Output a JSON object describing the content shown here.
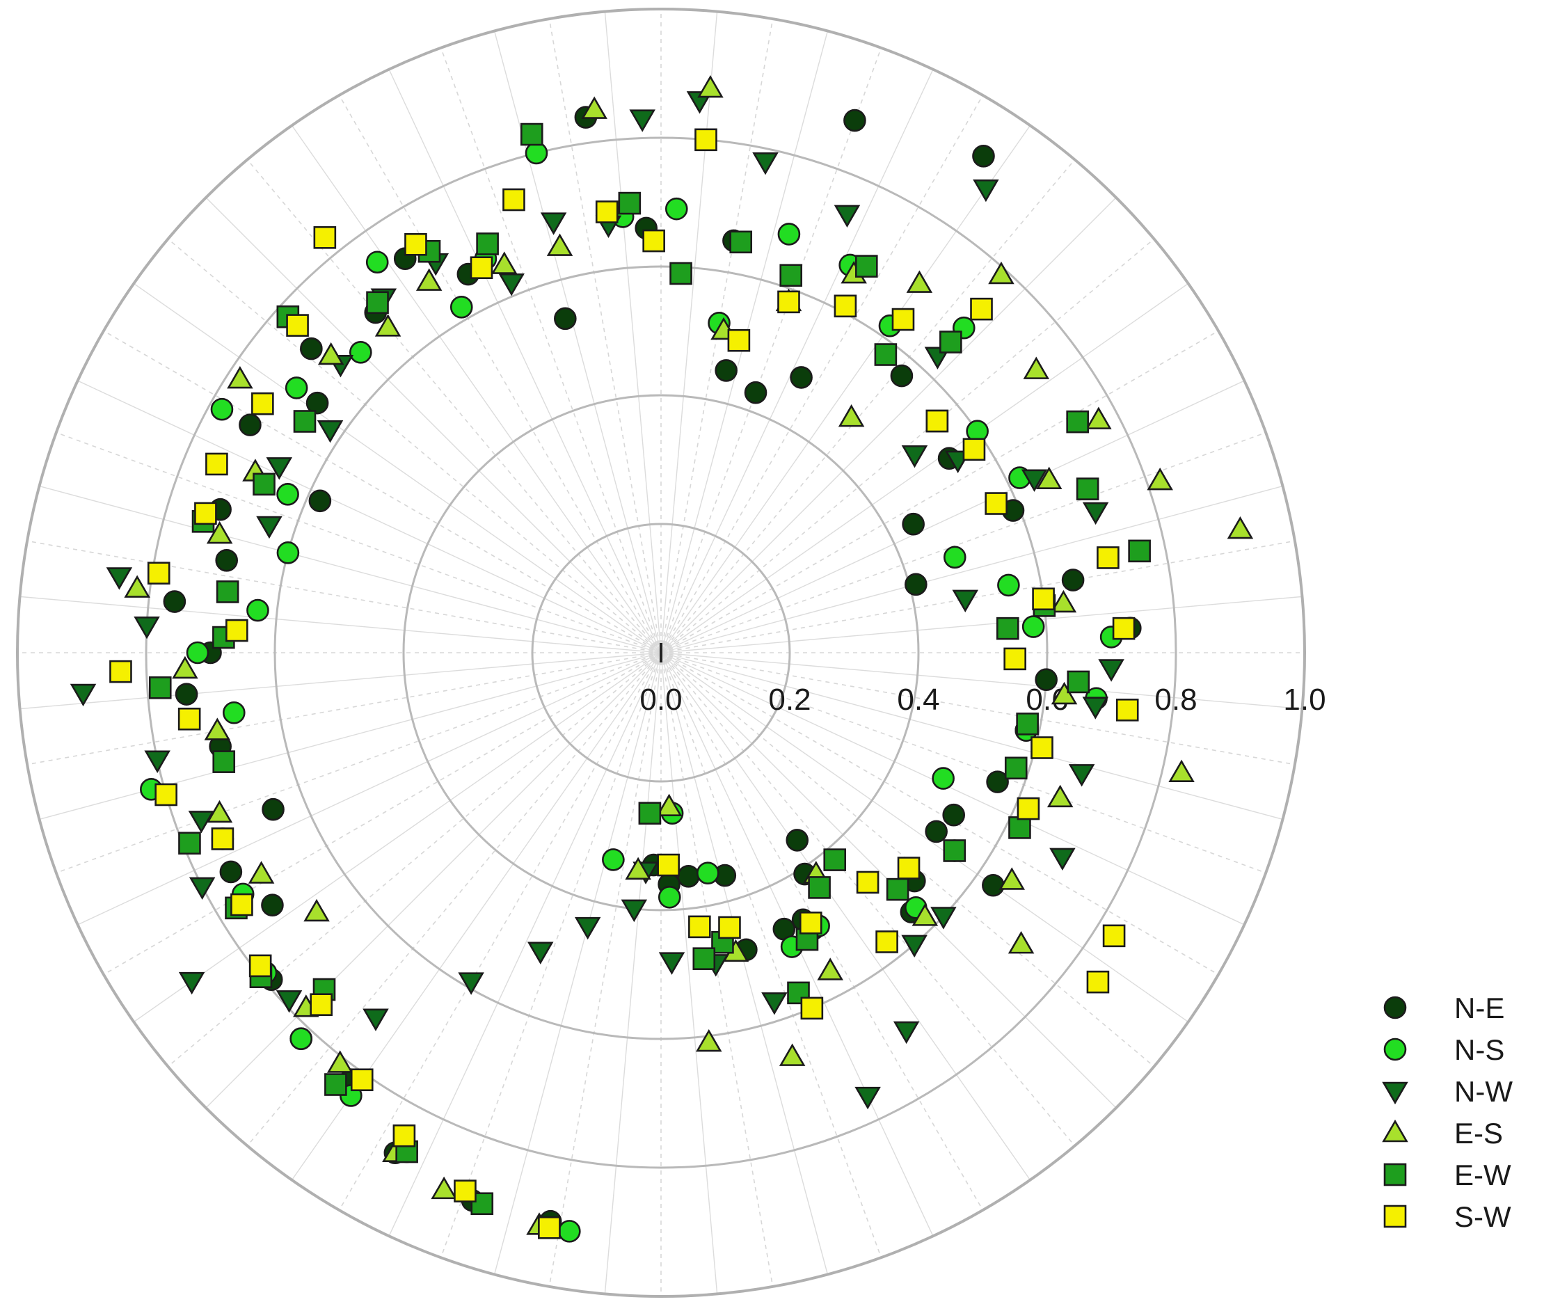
{
  "chart_data": {
    "type": "scatter",
    "coordinate_system": "polar",
    "title": "",
    "rlim": [
      0,
      1.0
    ],
    "r_ticks": [
      "0.0",
      "0.2",
      "0.4",
      "0.6",
      "0.8",
      "1.0"
    ],
    "r_tick_values": [
      0.0,
      0.2,
      0.4,
      0.6,
      0.8,
      1.0
    ],
    "radial_spokes": 72,
    "grid": true,
    "legend_position": "bottom-right",
    "series": [
      {
        "name": "N-E",
        "marker": "circle",
        "color": "#0b3d0b",
        "points": [
          [
            70,
            0.88
          ],
          [
            3,
            0.73
          ],
          [
            -4,
            0.6
          ],
          [
            -12,
            0.58
          ],
          [
            -21,
            0.56
          ],
          [
            -29,
            0.52
          ],
          [
            -33,
            0.51
          ],
          [
            -42,
            0.53
          ],
          [
            -62,
            0.47
          ],
          [
            -74,
            0.36
          ],
          [
            -83,
            0.35
          ],
          [
            -88,
            0.36
          ],
          [
            -92,
            0.33
          ],
          [
            -35,
            0.63
          ],
          [
            -46,
            0.56
          ],
          [
            -54,
            0.36
          ],
          [
            -57,
            0.41
          ],
          [
            -61,
            0.49
          ],
          [
            -66,
            0.47
          ],
          [
            -74,
            0.48
          ],
          [
            -101,
            0.9
          ],
          [
            -109,
            0.9
          ],
          [
            -118,
            0.88
          ],
          [
            -126,
            0.82
          ],
          [
            -133,
            0.82
          ],
          [
            -140,
            0.79
          ],
          [
            -147,
            0.72
          ],
          [
            -153,
            0.75
          ],
          [
            -158,
            0.65
          ],
          [
            -168,
            0.7
          ],
          [
            -175,
            0.74
          ],
          [
            -180,
            0.7
          ],
          [
            -186,
            0.76
          ],
          [
            -192,
            0.69
          ],
          [
            -198,
            0.72
          ],
          [
            -204,
            0.58
          ],
          [
            -209,
            0.73
          ],
          [
            -216,
            0.66
          ],
          [
            -221,
            0.72
          ],
          [
            -230,
            0.69
          ],
          [
            -237,
            0.73
          ],
          [
            -243,
            0.66
          ],
          [
            -254,
            0.54
          ],
          [
            -262,
            0.84
          ],
          [
            -268,
            0.66
          ],
          [
            -280,
            0.65
          ],
          [
            -283,
            0.45
          ],
          [
            -290,
            0.43
          ],
          [
            -297,
            0.48
          ],
          [
            -303,
            0.92
          ],
          [
            -311,
            0.57
          ],
          [
            -326,
            0.54
          ],
          [
            -333,
            0.44
          ],
          [
            -338,
            0.59
          ],
          [
            -345,
            0.41
          ],
          [
            -350,
            0.65
          ]
        ]
      },
      {
        "name": "N-S",
        "marker": "circle",
        "color": "#22dd22",
        "points": [
          [
            2,
            0.7
          ],
          [
            -6,
            0.68
          ],
          [
            -12,
            0.58
          ],
          [
            -24,
            0.48
          ],
          [
            -34,
            0.55
          ],
          [
            -45,
            0.56
          ],
          [
            -60,
            0.49
          ],
          [
            -78,
            0.35
          ],
          [
            -88,
            0.38
          ],
          [
            -103,
            0.33
          ],
          [
            -66,
            0.5
          ],
          [
            -86,
            0.25
          ],
          [
            -99,
            0.91
          ],
          [
            -108,
            0.9
          ],
          [
            -117,
            0.87
          ],
          [
            -125,
            0.84
          ],
          [
            -133,
            0.82
          ],
          [
            -141,
            0.79
          ],
          [
            -150,
            0.75
          ],
          [
            -157,
            0.74
          ],
          [
            -165,
            0.82
          ],
          [
            -172,
            0.67
          ],
          [
            -180,
            0.72
          ],
          [
            -186,
            0.63
          ],
          [
            -195,
            0.6
          ],
          [
            -203,
            0.63
          ],
          [
            -209,
            0.78
          ],
          [
            -216,
            0.7
          ],
          [
            -225,
            0.66
          ],
          [
            -234,
            0.75
          ],
          [
            -240,
            0.62
          ],
          [
            -246,
            0.67
          ],
          [
            -256,
            0.8
          ],
          [
            -265,
            0.68
          ],
          [
            -272,
            0.69
          ],
          [
            -280,
            0.52
          ],
          [
            -287,
            0.68
          ],
          [
            -296,
            0.67
          ],
          [
            -305,
            0.62
          ],
          [
            -313,
            0.69
          ],
          [
            -325,
            0.6
          ],
          [
            -334,
            0.62
          ],
          [
            -342,
            0.48
          ],
          [
            -349,
            0.55
          ],
          [
            -356,
            0.58
          ]
        ]
      },
      {
        "name": "N-W",
        "marker": "triangle-down",
        "color": "#0f6b1b",
        "points": [
          [
            -2,
            0.7
          ],
          [
            -7,
            0.68
          ],
          [
            -16,
            0.68
          ],
          [
            -27,
            0.7
          ],
          [
            -43,
            0.6
          ],
          [
            -49,
            0.6
          ],
          [
            -57,
            0.7
          ],
          [
            -65,
            0.76
          ],
          [
            -72,
            0.57
          ],
          [
            -80,
            0.49
          ],
          [
            -88,
            0.48
          ],
          [
            -94,
            0.34
          ],
          [
            -96,
            0.4
          ],
          [
            -105,
            0.44
          ],
          [
            -112,
            0.5
          ],
          [
            -120,
            0.59
          ],
          [
            -128,
            0.72
          ],
          [
            -137,
            0.79
          ],
          [
            -145,
            0.89
          ],
          [
            -153,
            0.8
          ],
          [
            -160,
            0.76
          ],
          [
            -168,
            0.8
          ],
          [
            -176,
            0.9
          ],
          [
            -183,
            0.8
          ],
          [
            -188,
            0.85
          ],
          [
            -198,
            0.64
          ],
          [
            -206,
            0.66
          ],
          [
            -214,
            0.62
          ],
          [
            -222,
            0.67
          ],
          [
            -232,
            0.7
          ],
          [
            -240,
            0.7
          ],
          [
            -248,
            0.62
          ],
          [
            -256,
            0.69
          ],
          [
            -263,
            0.67
          ],
          [
            -268,
            0.83
          ],
          [
            -274,
            0.86
          ],
          [
            -282,
            0.78
          ],
          [
            -293,
            0.74
          ],
          [
            -305,
            0.88
          ],
          [
            -313,
            0.63
          ],
          [
            -322,
            0.5
          ],
          [
            -327,
            0.55
          ],
          [
            -335,
            0.64
          ],
          [
            -342,
            0.71
          ],
          [
            -350,
            0.48
          ]
        ]
      },
      {
        "name": "E-S",
        "marker": "triangle-up",
        "color": "#a8e02c",
        "points": [
          [
            -6,
            0.63
          ],
          [
            -13,
            0.83
          ],
          [
            -20,
            0.66
          ],
          [
            -33,
            0.65
          ],
          [
            -39,
            0.72
          ],
          [
            -45,
            0.58
          ],
          [
            -55,
            0.42
          ],
          [
            -62,
            0.56
          ],
          [
            -72,
            0.66
          ],
          [
            -83,
            0.61
          ],
          [
            -96,
            0.34
          ],
          [
            -76,
            0.48
          ],
          [
            -102,
            0.91
          ],
          [
            -112,
            0.9
          ],
          [
            -118,
            0.88
          ],
          [
            -128,
            0.81
          ],
          [
            -135,
            0.78
          ],
          [
            -143,
            0.67
          ],
          [
            -151,
            0.71
          ],
          [
            -160,
            0.73
          ],
          [
            -170,
            0.7
          ],
          [
            -178,
            0.74
          ],
          [
            -187,
            0.82
          ],
          [
            -195,
            0.71
          ],
          [
            -204,
            0.69
          ],
          [
            -213,
            0.78
          ],
          [
            -222,
            0.69
          ],
          [
            -230,
            0.66
          ],
          [
            -238,
            0.68
          ],
          [
            -248,
            0.65
          ],
          [
            -256,
            0.65
          ],
          [
            -263,
            0.85
          ],
          [
            -275,
            0.88
          ],
          [
            -281,
            0.51
          ],
          [
            -290,
            0.58
          ],
          [
            -297,
            0.66
          ],
          [
            -305,
            0.7
          ],
          [
            -312,
            0.79
          ],
          [
            -323,
            0.73
          ],
          [
            -332,
            0.77
          ],
          [
            -341,
            0.82
          ],
          [
            -348,
            0.92
          ],
          [
            -353,
            0.63
          ],
          [
            -309,
            0.47
          ],
          [
            -336,
            0.66
          ],
          [
            -87,
            0.24
          ]
        ]
      },
      {
        "name": "E-W",
        "marker": "square",
        "color": "#1e9e1e",
        "points": [
          [
            -4,
            0.65
          ],
          [
            -11,
            0.58
          ],
          [
            -18,
            0.58
          ],
          [
            -26,
            0.62
          ],
          [
            -34,
            0.55
          ],
          [
            -45,
            0.52
          ],
          [
            -50,
            0.42
          ],
          [
            -56,
            0.44
          ],
          [
            -63,
            0.5
          ],
          [
            -68,
            0.57
          ],
          [
            -78,
            0.46
          ],
          [
            -82,
            0.48
          ],
          [
            -94,
            0.25
          ],
          [
            -101,
            0.91
          ],
          [
            -108,
            0.9
          ],
          [
            -117,
            0.87
          ],
          [
            -127,
            0.84
          ],
          [
            -135,
            0.74
          ],
          [
            -141,
            0.8
          ],
          [
            -149,
            0.77
          ],
          [
            -158,
            0.79
          ],
          [
            -166,
            0.7
          ],
          [
            -176,
            0.78
          ],
          [
            -182,
            0.68
          ],
          [
            -188,
            0.68
          ],
          [
            -196,
            0.74
          ],
          [
            -203,
            0.67
          ],
          [
            -213,
            0.66
          ],
          [
            -222,
            0.78
          ],
          [
            -231,
            0.7
          ],
          [
            -240,
            0.72
          ],
          [
            -247,
            0.69
          ],
          [
            -256,
            0.83
          ],
          [
            -266,
            0.7
          ],
          [
            -273,
            0.59
          ],
          [
            -281,
            0.65
          ],
          [
            -289,
            0.62
          ],
          [
            -298,
            0.68
          ],
          [
            -307,
            0.58
          ],
          [
            -313,
            0.66
          ],
          [
            -320,
            0.56
          ],
          [
            -331,
            0.74
          ],
          [
            -339,
            0.71
          ],
          [
            -348,
            0.76
          ],
          [
            -353,
            0.6
          ],
          [
            -356,
            0.54
          ]
        ]
      },
      {
        "name": "S-W",
        "marker": "square",
        "color": "#f5f000",
        "points": [
          [
            -1,
            0.55
          ],
          [
            -7,
            0.73
          ],
          [
            -14,
            0.61
          ],
          [
            -23,
            0.62
          ],
          [
            -32,
            0.83
          ],
          [
            -37,
            0.85
          ],
          [
            -41,
            0.51
          ],
          [
            -48,
            0.48
          ],
          [
            -52,
            0.57
          ],
          [
            -61,
            0.48
          ],
          [
            -67,
            0.6
          ],
          [
            -76,
            0.44
          ],
          [
            -82,
            0.43
          ],
          [
            -88,
            0.33
          ],
          [
            -101,
            0.91
          ],
          [
            -110,
            0.89
          ],
          [
            -118,
            0.85
          ],
          [
            -125,
            0.81
          ],
          [
            -134,
            0.76
          ],
          [
            -142,
            0.79
          ],
          [
            -149,
            0.76
          ],
          [
            -157,
            0.74
          ],
          [
            -164,
            0.8
          ],
          [
            -172,
            0.74
          ],
          [
            -178,
            0.84
          ],
          [
            -183,
            0.66
          ],
          [
            -189,
            0.79
          ],
          [
            -197,
            0.74
          ],
          [
            -203,
            0.75
          ],
          [
            -212,
            0.73
          ],
          [
            -222,
            0.76
          ],
          [
            -231,
            0.83
          ],
          [
            -239,
            0.74
          ],
          [
            -245,
            0.66
          ],
          [
            -252,
            0.74
          ],
          [
            -263,
            0.69
          ],
          [
            -269,
            0.64
          ],
          [
            -275,
            0.8
          ],
          [
            -284,
            0.5
          ],
          [
            -290,
            0.58
          ],
          [
            -298,
            0.61
          ],
          [
            -306,
            0.64
          ],
          [
            -313,
            0.73
          ],
          [
            -320,
            0.56
          ],
          [
            -327,
            0.58
          ],
          [
            -336,
            0.57
          ],
          [
            -348,
            0.71
          ],
          [
            -357,
            0.72
          ],
          [
            -352,
            0.6
          ]
        ]
      }
    ]
  }
}
